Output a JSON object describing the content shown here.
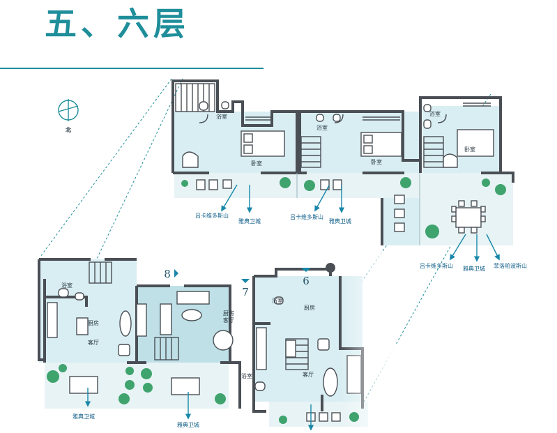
{
  "title": "五、六层",
  "compass": {
    "label": "北"
  },
  "rooms": {
    "bath": "浴室",
    "bedroom": "卧室",
    "kitchen": "厨房",
    "living": "客厅",
    "kitchen_living": "厨房\n客厅"
  },
  "views": {
    "lukavitos": "吕卡维多斯山",
    "athens_acropolis": "雅典卫城",
    "filopappos": "菲洛帕波斯山"
  },
  "units": [
    "8",
    "7",
    "6"
  ],
  "colors": {
    "accent": "#1e8e9a",
    "wall": "#4a4f55",
    "floor": "#d9eef2",
    "terrace": "#e8f3f5",
    "arrow": "#1787a8",
    "plant": "#3fa36e"
  }
}
